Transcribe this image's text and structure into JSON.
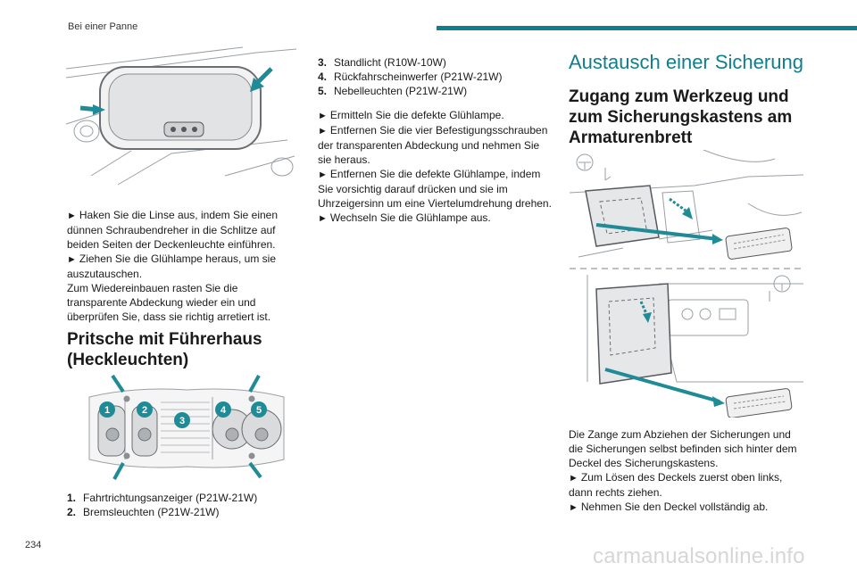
{
  "header": {
    "section": "Bei einer Panne"
  },
  "page_number": "234",
  "watermark": "carmanualsonline.info",
  "colors": {
    "accent": "#0e7f8c"
  },
  "col1": {
    "steps": [
      "Haken Sie die Linse aus, indem Sie einen dünnen Schraubendreher in die Schlitze auf beiden Seiten der Deckenleuchte einführen.",
      "Ziehen Sie die Glühlampe heraus, um sie auszutauschen."
    ],
    "note": "Zum Wiedereinbauen rasten Sie die transparente Abdeckung wieder ein und überprüfen Sie, dass sie richtig arretiert ist.",
    "section_title": "Pritsche mit Führerhaus (Heckleuchten)",
    "legend": [
      {
        "num": "1.",
        "text": "Fahrtrichtungsanzeiger (P21W-21W)"
      },
      {
        "num": "2.",
        "text": "Bremsleuchten (P21W-21W)"
      }
    ],
    "callouts": [
      "1",
      "2",
      "3",
      "4",
      "5"
    ]
  },
  "col2": {
    "legend": [
      {
        "num": "3.",
        "text": "Standlicht (R10W-10W)"
      },
      {
        "num": "4.",
        "text": "Rückfahrscheinwerfer (P21W-21W)"
      },
      {
        "num": "5.",
        "text": "Nebelleuchten (P21W-21W)"
      }
    ],
    "steps": [
      "Ermitteln Sie die defekte Glühlampe.",
      "Entfernen Sie die vier Befestigungsschrauben der transparenten Abdeckung und nehmen Sie sie heraus.",
      "Entfernen Sie die defekte Glühlampe, indem Sie vorsichtig darauf drücken und sie im Uhrzeigersinn um eine Viertelumdrehung drehen.",
      "Wechseln Sie die Glühlampe aus."
    ]
  },
  "col3": {
    "title": "Austausch einer Sicherung",
    "subtitle": "Zugang zum Werkzeug und zum Sicherungskastens am Armaturenbrett",
    "body": "Die Zange zum Abziehen der Sicherungen und die Sicherungen selbst befinden sich hinter dem Deckel des Sicherungskastens.",
    "steps": [
      "Zum Lösen des Deckels zuerst oben links, dann rechts ziehen.",
      "Nehmen Sie den Deckel vollständig ab."
    ]
  },
  "arrow_glyph": "►"
}
